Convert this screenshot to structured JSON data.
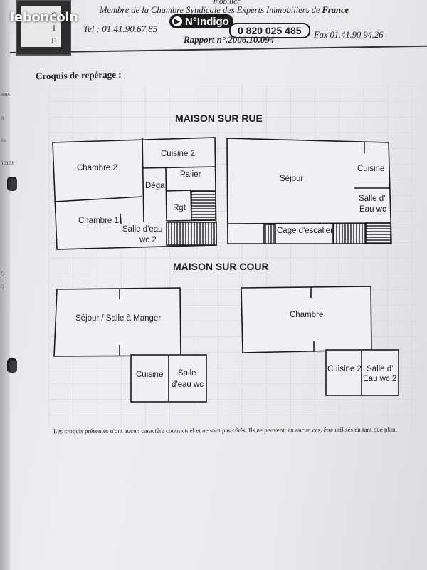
{
  "watermark": "leboncoin",
  "header": {
    "line_top": "Membre de la Chambre Syndicale des Experts Immobiliers de",
    "line_top_bold": "France",
    "line_partial": "mobilier",
    "tel": "Tel : 01.41.90.67.85",
    "indigo_label": "N°Indigo",
    "indigo_number": "0 820 025 485",
    "fax": "Fax 01.41.90.94.26",
    "rapport": "Rapport n°.2006.10.094",
    "logo_letters": [
      "C",
      "I",
      "F"
    ]
  },
  "section_label": "Croquis de repérage :",
  "plans": {
    "rue": {
      "title": "MAISON SUR RUE",
      "rooms": {
        "chambre2": "Chambre 2",
        "cuisine2": "Cuisine 2",
        "palier": "Palier",
        "dega": "Déga",
        "rgt": "Rgt",
        "chambre1": "Chambre 1",
        "salle_eau_l1": "Salle d'eau",
        "salle_eau_l2": "wc 2",
        "sejour": "Séjour",
        "cuisine": "Cuisine",
        "salle_d_l1": "Salle d'",
        "salle_d_l2": "Eau wc",
        "cage": "Cage d'escalier"
      }
    },
    "cour": {
      "title": "MAISON SUR COUR",
      "rooms": {
        "sejour_salle": "Séjour / Salle à Manger",
        "cuisine": "Cuisine",
        "salle_l1": "Salle",
        "salle_l2": "d'eau wc",
        "chambre": "Chambre",
        "cuisine2": "Cuisine 2",
        "salle_d_l1": "Salle d'",
        "salle_d_l2": "Eau wc 2"
      }
    }
  },
  "footer": "Les croquis présentés n'ont aucun caractère contractuel  et ne sont pas côtés. Ils ne peuvent, en aucun cas, être utilisés en tant que plan.",
  "edge_marks": [
    "ens",
    "s",
    "ts",
    "imite",
    "2",
    "2"
  ]
}
